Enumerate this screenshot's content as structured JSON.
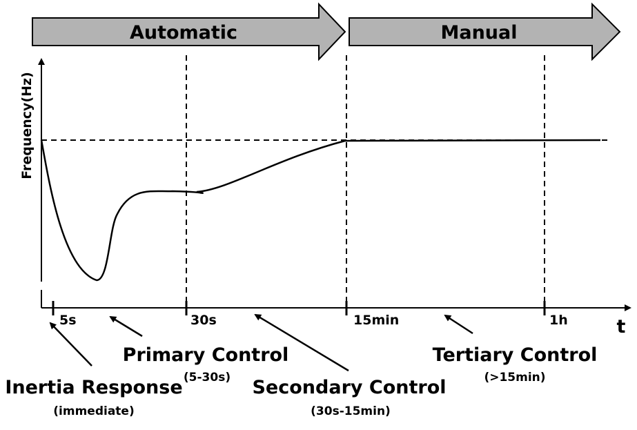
{
  "phases": {
    "automatic": "Automatic",
    "manual": "Manual"
  },
  "axes": {
    "y_label": "Frequency(Hz)",
    "x_label": "t"
  },
  "ticks": {
    "t5s": "5s",
    "t30s": "30s",
    "t15min": "15min",
    "t1h": "1h"
  },
  "controls": {
    "inertia": {
      "label": "Inertia Response",
      "sub": "(immediate)"
    },
    "primary": {
      "label": "Primary Control",
      "sub": "(5-30s)"
    },
    "secondary": {
      "label": "Secondary Control",
      "sub": "(30s-15min)"
    },
    "tertiary": {
      "label": "Tertiary Control",
      "sub": "(>15min)"
    }
  },
  "colors": {
    "phase_arrow_fill": "#b3b3b3",
    "stroke": "#000000"
  }
}
